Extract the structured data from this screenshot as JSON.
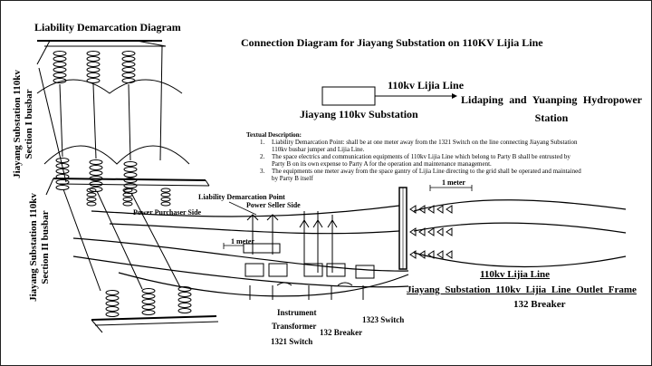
{
  "header": {
    "title": "Liability Demarcation Diagram"
  },
  "diagram": {
    "title": "Connection Diagram for Jiayang Substation on 110KV Lijia Line",
    "line_label": "110kv Lijia Line",
    "substation_label": "Jiayang 110kv Substation",
    "hydro_station_line1": "Lidaping and Yuanping Hydropower",
    "hydro_station_line2": "Station",
    "busbar_section1_line1": "Jiayang Substation 110kv",
    "busbar_section1_line2": "Section I busbar",
    "busbar_section2_line1": "Jiayang Substation 110kv",
    "busbar_section2_line2": "Section II busbar",
    "liability_point": "Liability Demarcation Point",
    "power_seller_side": "Power Seller Side",
    "power_purchaser_side": "Power Purchaser Side",
    "one_meter_right": "1 meter",
    "one_meter_left": "1 meter",
    "outlet_line": "110kv Lijia Line",
    "outlet_frame": "Jiayang Substation 110kv Lijia Line Outlet Frame",
    "breaker_132_right": "132 Breaker",
    "instrument_line1": "Instrument",
    "instrument_line2": "Transformer",
    "switch_1323": "1323 Switch",
    "breaker_132": "132 Breaker",
    "switch_1321": "1321 Switch"
  },
  "description": {
    "title": "Textual Description:",
    "items": [
      "Liability Demarcation Point: shall be at one meter away from the 1321 Switch on the line connecting Jiayang Substation 110kv busbar jumper and Lijia Line.",
      "The space electrics and communication equipments of 110kv Lijia Line which belong to Party B shall be entrusted by Party B on its own expense to Party A for the operation and maintenance management.",
      "The equipments one meter away from the space gantry of Lijia Line directing to the grid shall be operated and maintained by Party B itself"
    ]
  }
}
